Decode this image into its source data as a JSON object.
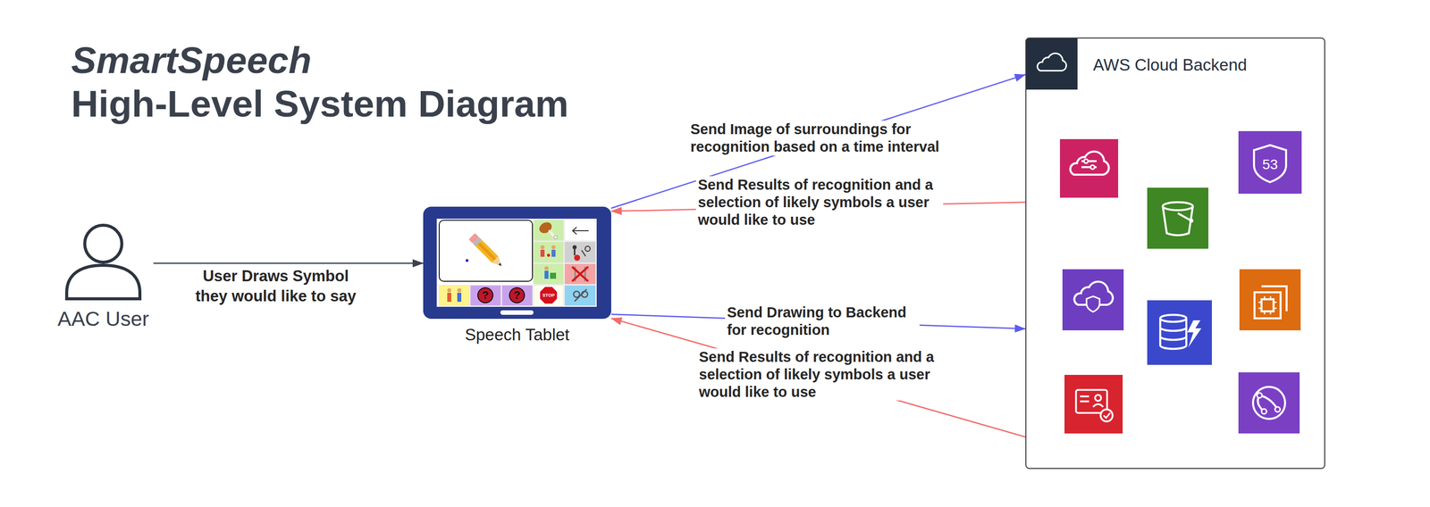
{
  "diagram": {
    "title": "SmartSpeech",
    "nodes": [
      {
        "text": [
          "AAC User"
        ]
      },
      {
        "text": [
          "Speech Tablet"
        ]
      },
      {
        "text": [
          "AWS Cloud Backend"
        ]
      }
    ],
    "edges": [
      {
        "from": 0,
        "to": 1,
        "label": "User Draws Symbol they would like to say",
        "arrow": "to"
      },
      {
        "from": 1,
        "to": 2,
        "label": "Send Image of surroundings for recognition based on a time interval",
        "arrow": "to"
      },
      {
        "from": 2,
        "to": 1,
        "label": "Send Results of recognition and a selection of likely symbols a user would like to use",
        "arrow": "to"
      },
      {
        "from": 1,
        "to": 2,
        "label": "Send Drawing to Backend for recognition",
        "arrow": "to"
      },
      {
        "from": 2,
        "to": 1,
        "label": "Send Results of recognition and a selection of likely symbols a user would like to use",
        "arrow": "to"
      }
    ],
    "labels": [
      "High-Level System Diagram",
      "?",
      "?",
      "STOP",
      "53"
    ]
  }
}
